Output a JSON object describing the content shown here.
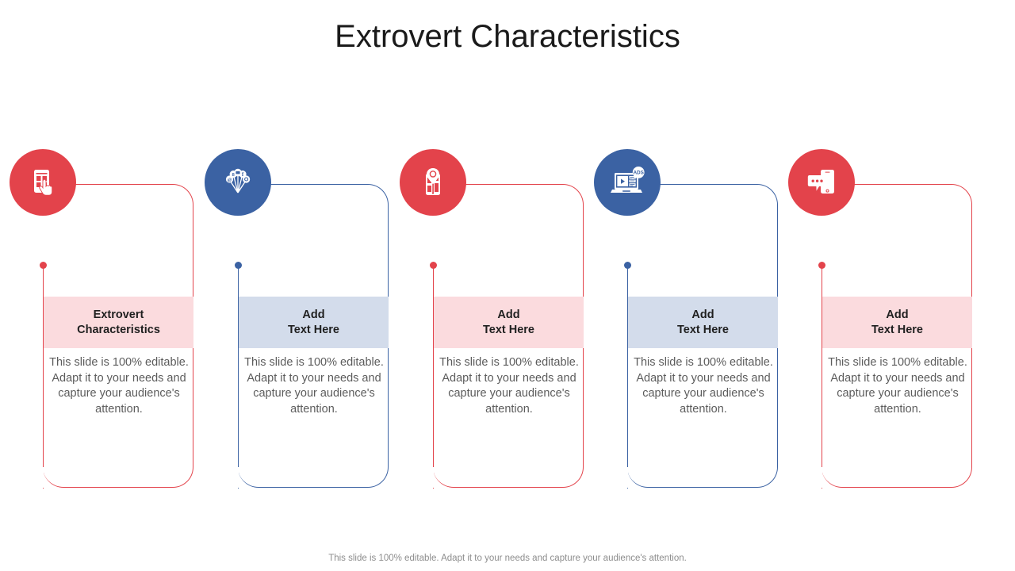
{
  "slide": {
    "title": "Extrovert Characteristics",
    "footer": "This slide is 100% editable. Adapt it to your needs and capture your audience's attention."
  },
  "colors": {
    "red": "#E3434B",
    "blue": "#3B62A3",
    "red_band": "#FBDBDE",
    "blue_band": "#D3DCEB",
    "title_text": "#1a1a1a",
    "body_text": "#5c5c5c",
    "footer_text": "#8d8d8d",
    "background": "#ffffff"
  },
  "cards": [
    {
      "index": 1,
      "accent": "#E3434B",
      "band": "#FBDBDE",
      "icon": "mobile-tap-icon",
      "title": "Extrovert\nCharacteristics",
      "body": "This slide is 100% editable. Adapt it to your needs and capture your audience's attention."
    },
    {
      "index": 2,
      "accent": "#3B62A3",
      "band": "#D3DCEB",
      "icon": "social-network-fan-icon",
      "title": "Add\nText Here",
      "body": "This slide is 100% editable. Adapt it to your needs and capture your audience's attention."
    },
    {
      "index": 3,
      "accent": "#E3434B",
      "band": "#FBDBDE",
      "icon": "mobile-map-pin-icon",
      "title": "Add\nText Here",
      "body": "This slide is 100% editable. Adapt it to your needs and capture your audience's attention."
    },
    {
      "index": 4,
      "accent": "#3B62A3",
      "band": "#D3DCEB",
      "icon": "laptop-video-ads-icon",
      "title": "Add\nText Here",
      "body": "This slide is 100% editable. Adapt it to your needs and capture your audience's attention."
    },
    {
      "index": 5,
      "accent": "#E3434B",
      "band": "#FBDBDE",
      "icon": "mobile-chat-bubble-icon",
      "title": "Add\nText Here",
      "body": "This slide is 100% editable. Adapt it to your needs and capture your audience's attention."
    }
  ]
}
